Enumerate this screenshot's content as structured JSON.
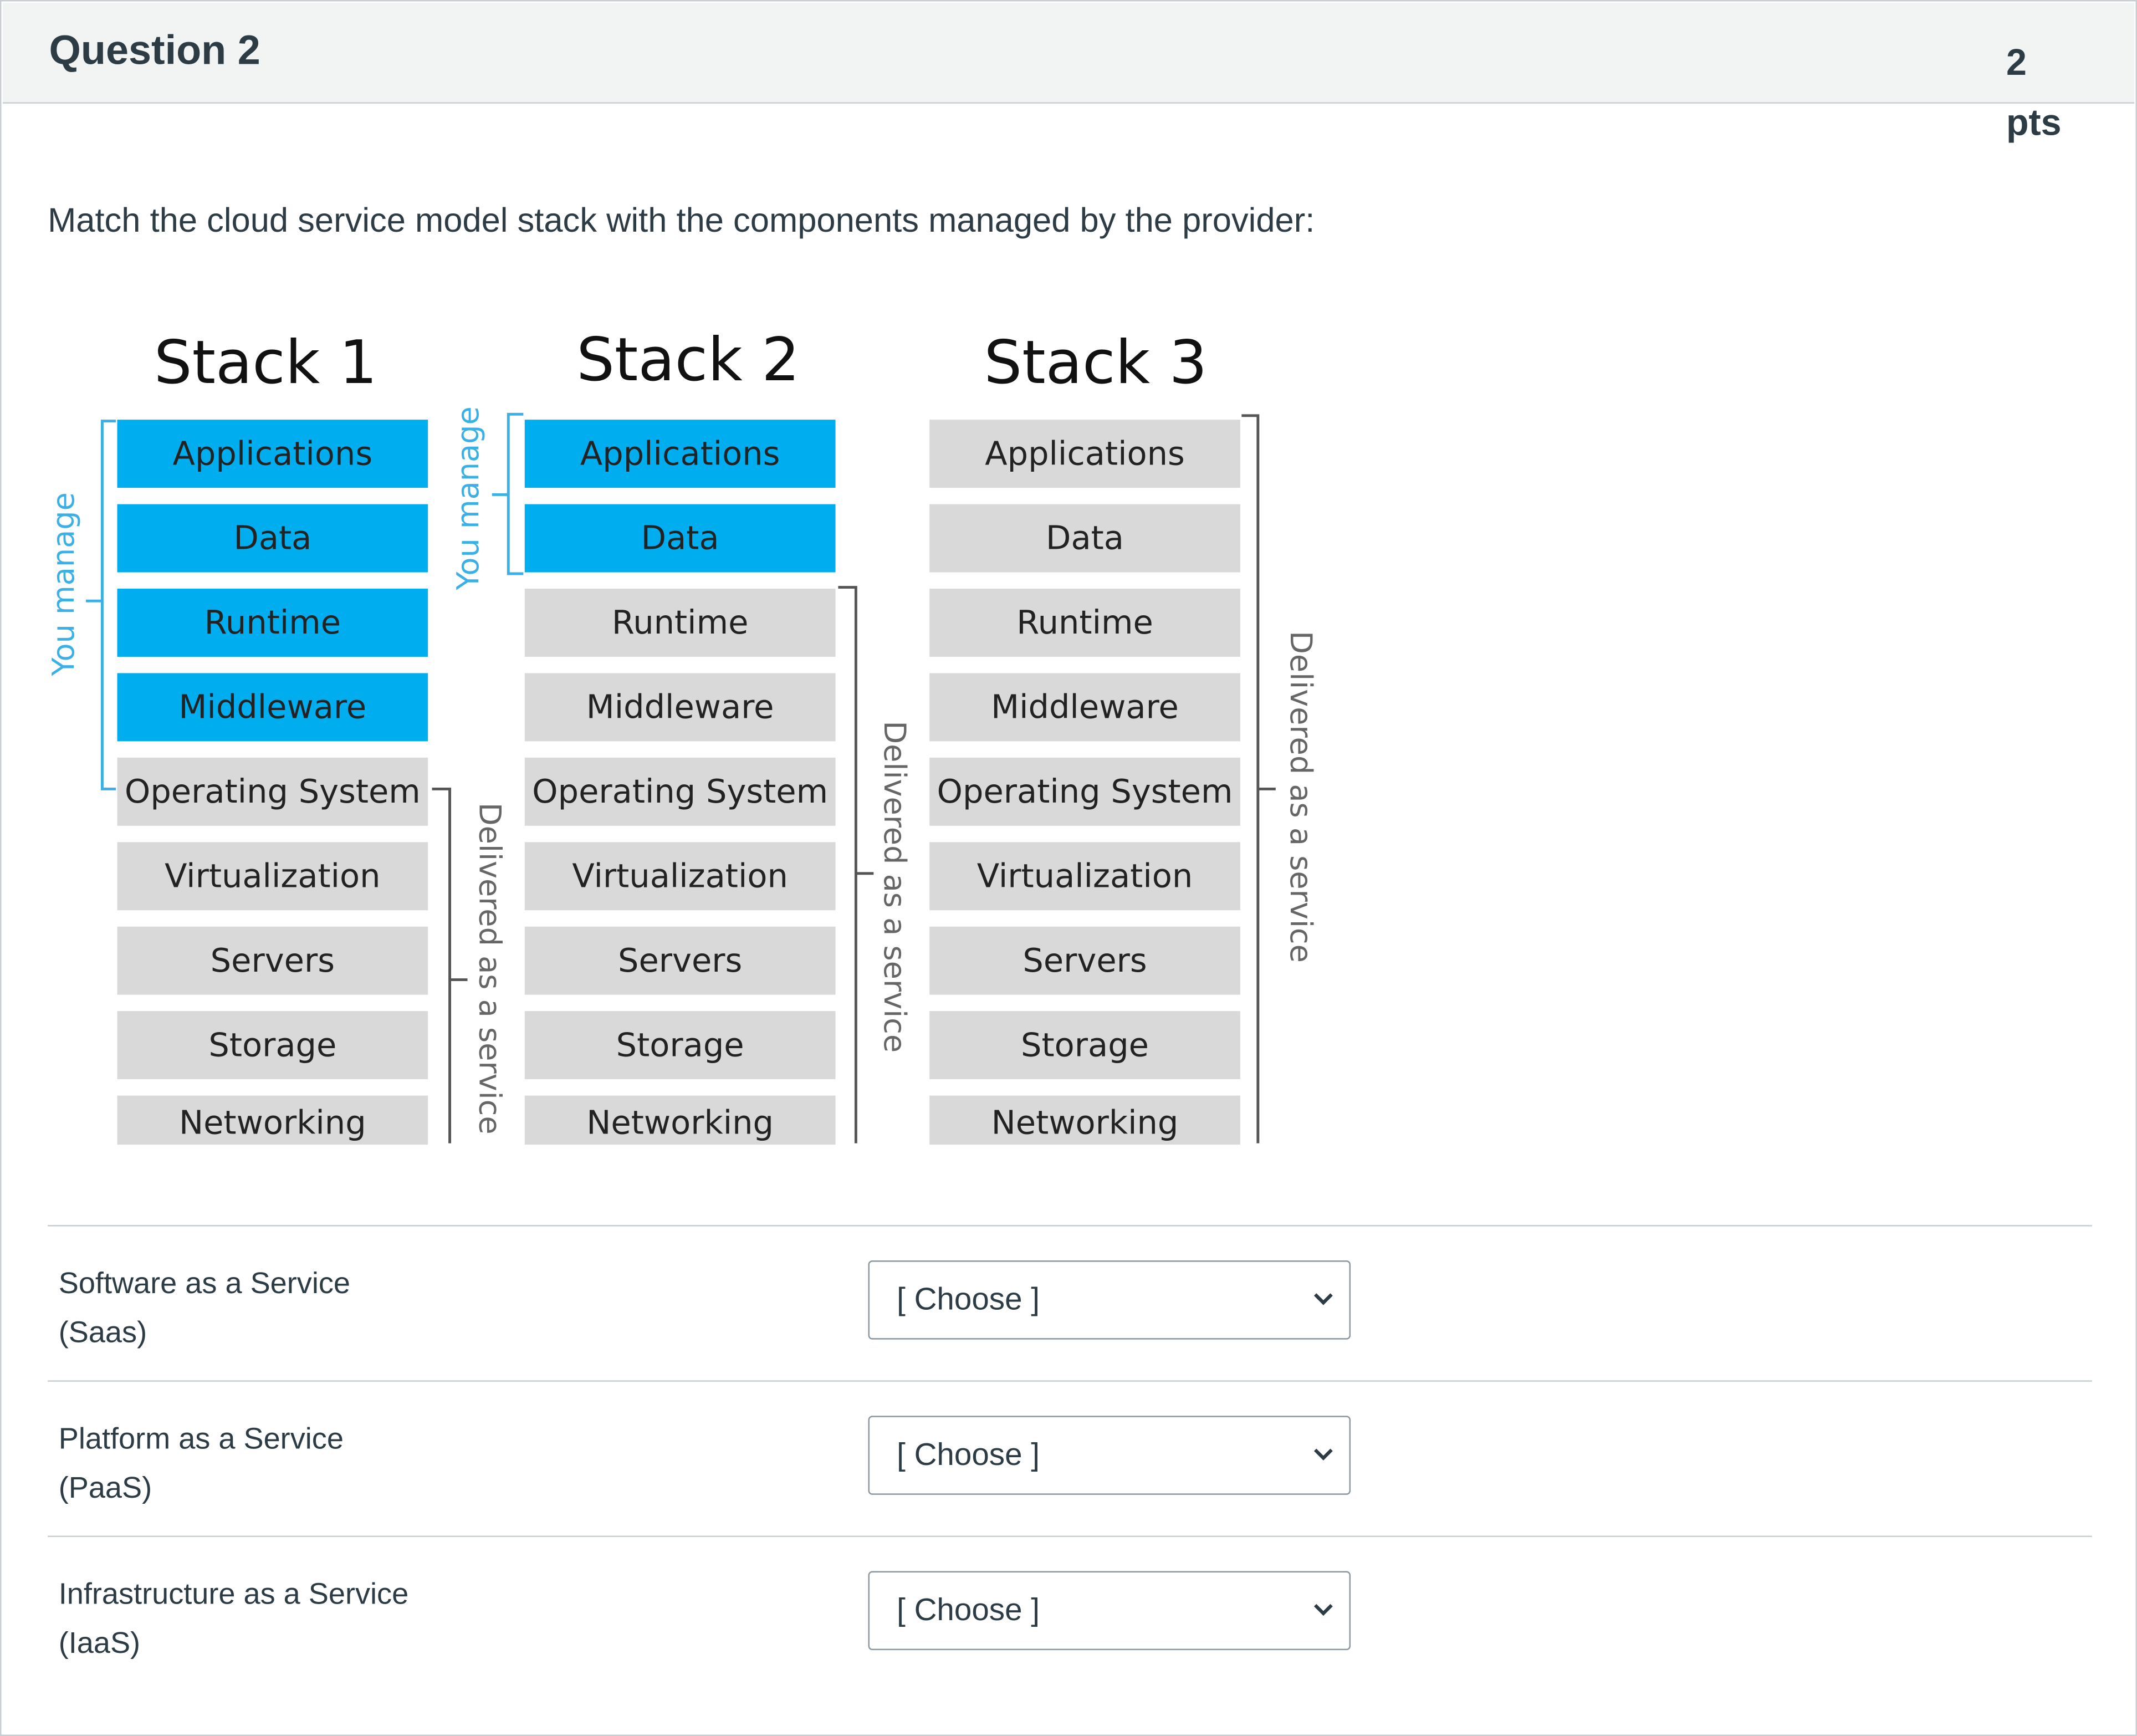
{
  "question": {
    "title": "Question 2",
    "points_value": "2",
    "points_unit": "pts",
    "prompt": "Match the cloud service model  stack with the components managed by the provider:"
  },
  "figure": {
    "you_manage": "You manage",
    "delivered": "Delivered as a service",
    "colors": {
      "managed": "#00aeef",
      "provided": "#d9d9d9"
    },
    "stacks": [
      {
        "title": "Stack 1",
        "managed_count": 4,
        "layers": [
          "Applications",
          "Data",
          "Runtime",
          "Middleware",
          "Operating System",
          "Virtualization",
          "Servers",
          "Storage",
          "Networking"
        ]
      },
      {
        "title": "Stack 2",
        "managed_count": 2,
        "layers": [
          "Applications",
          "Data",
          "Runtime",
          "Middleware",
          "Operating System",
          "Virtualization",
          "Servers",
          "Storage",
          "Networking"
        ]
      },
      {
        "title": "Stack 3",
        "managed_count": 0,
        "layers": [
          "Applications",
          "Data",
          "Runtime",
          "Middleware",
          "Operating System",
          "Virtualization",
          "Servers",
          "Storage",
          "Networking"
        ]
      }
    ]
  },
  "answers": [
    {
      "label_line1": "Software as a Service",
      "label_line2": "(Saas)",
      "selected": "[ Choose ]"
    },
    {
      "label_line1": "Platform as a Service",
      "label_line2": "(PaaS)",
      "selected": "[ Choose ]"
    },
    {
      "label_line1": "Infrastructure as a Service",
      "label_line2": "(IaaS)",
      "selected": "[ Choose ]"
    }
  ]
}
